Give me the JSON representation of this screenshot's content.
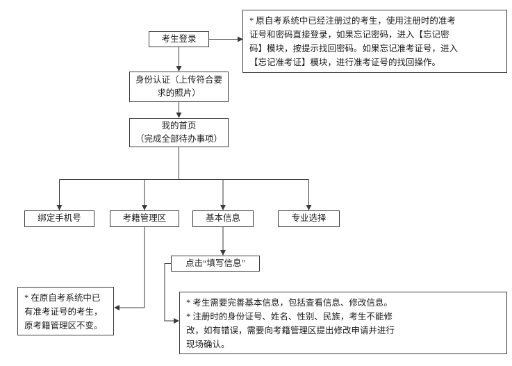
{
  "nodes": {
    "login": "考生登录",
    "identity": "身份认证（上传符合要\n求的照片）",
    "home": "我的首页\n（完成全部待办事项）",
    "bind_phone": "绑定手机号",
    "registry": "考籍管理区",
    "basic_info": "基本信息",
    "major": "专业选择",
    "fill_info": "点击“填写信息”"
  },
  "notes": {
    "login_note": "* 原自考系统中已经注册过的考生，使用注册时的准考\n证号和密码直接登录，如果忘记密码，进入【忘记密\n码】模块，按提示找回密码。如果忘记准考证号，进入\n【忘记准考证】模块，进行准考证号的找回操作。",
    "registry_note": "* 在原自考系统中已\n有准考证号的考生，\n原考籍管理区不变。",
    "basic_info_note": "* 考生需要完善基本信息，包括查看信息、修改信息。\n* 注册时的身份证号、姓名、性别、民族，考生不能修\n改，如有错误，需要向考籍管理区提出修改申请并进行\n现场确认。"
  },
  "colors": {
    "line": "#3a3a3a",
    "background": "#ffffff"
  }
}
